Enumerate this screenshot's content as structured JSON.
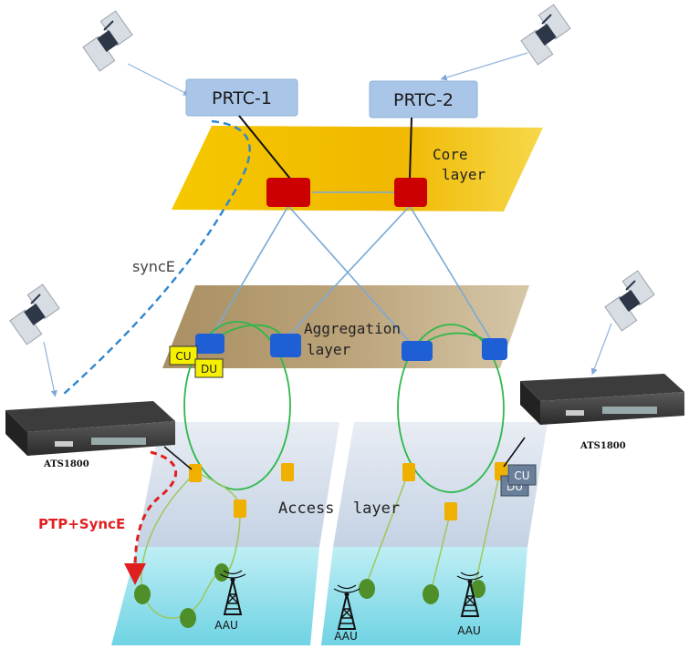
{
  "prtc": {
    "left": "PRTC-1",
    "right": "PRTC-2"
  },
  "layers": {
    "core": [
      "Core",
      "layer"
    ],
    "aggregation": [
      "Aggregation",
      "layer"
    ],
    "access": "Access  layer"
  },
  "sync_label": "syncE",
  "ptp_label": "PTP+SyncE",
  "device": {
    "left": "ATS1800",
    "right": "ATS1800"
  },
  "cu_du": {
    "cu": "CU",
    "du": "DU"
  },
  "aau": {
    "label": "AAU"
  },
  "colors": {
    "core_band": "#f2c200",
    "agg_band": "#b59a6b",
    "access_band": "#c9d6e6",
    "radio_band": "#8fdbe8",
    "core_node": "#cc0000",
    "agg_node": "#1f5fd6",
    "access_node": "#f0b000",
    "ring": "#2db84a",
    "link": "#79a9d6",
    "prtc_box": "#a9c6e8",
    "ptp_arrow": "#e02020",
    "synce_line": "#2e86d0",
    "cu_box": "#f5f000",
    "cu_box_right": "#6a7f99"
  }
}
